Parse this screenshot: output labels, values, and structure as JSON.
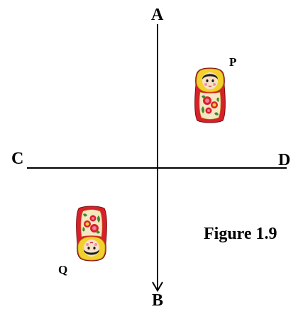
{
  "diagram": {
    "axis_labels": {
      "top": "A",
      "bottom": "B",
      "left": "C",
      "right": "D"
    },
    "dolls": {
      "upright_label": "P",
      "inverted_label": "Q"
    },
    "caption": "Figure 1.9"
  },
  "colors": {
    "line": "#000000",
    "doll_red": "#d8202a",
    "doll_yellow": "#f2d12c",
    "doll_face": "#f7e2c6",
    "doll_hair": "#1a1a1a",
    "doll_green": "#3f8a2e",
    "doll_rose": "#f07aa0"
  }
}
